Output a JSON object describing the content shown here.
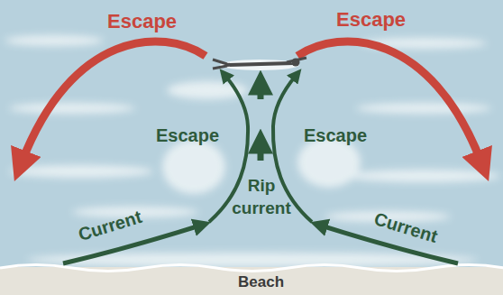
{
  "diagram": {
    "labels": [
      "Escape",
      "Escape",
      "Escape",
      "Escape",
      "Current",
      "Rip current",
      "Current",
      "Beach"
    ]
  }
}
